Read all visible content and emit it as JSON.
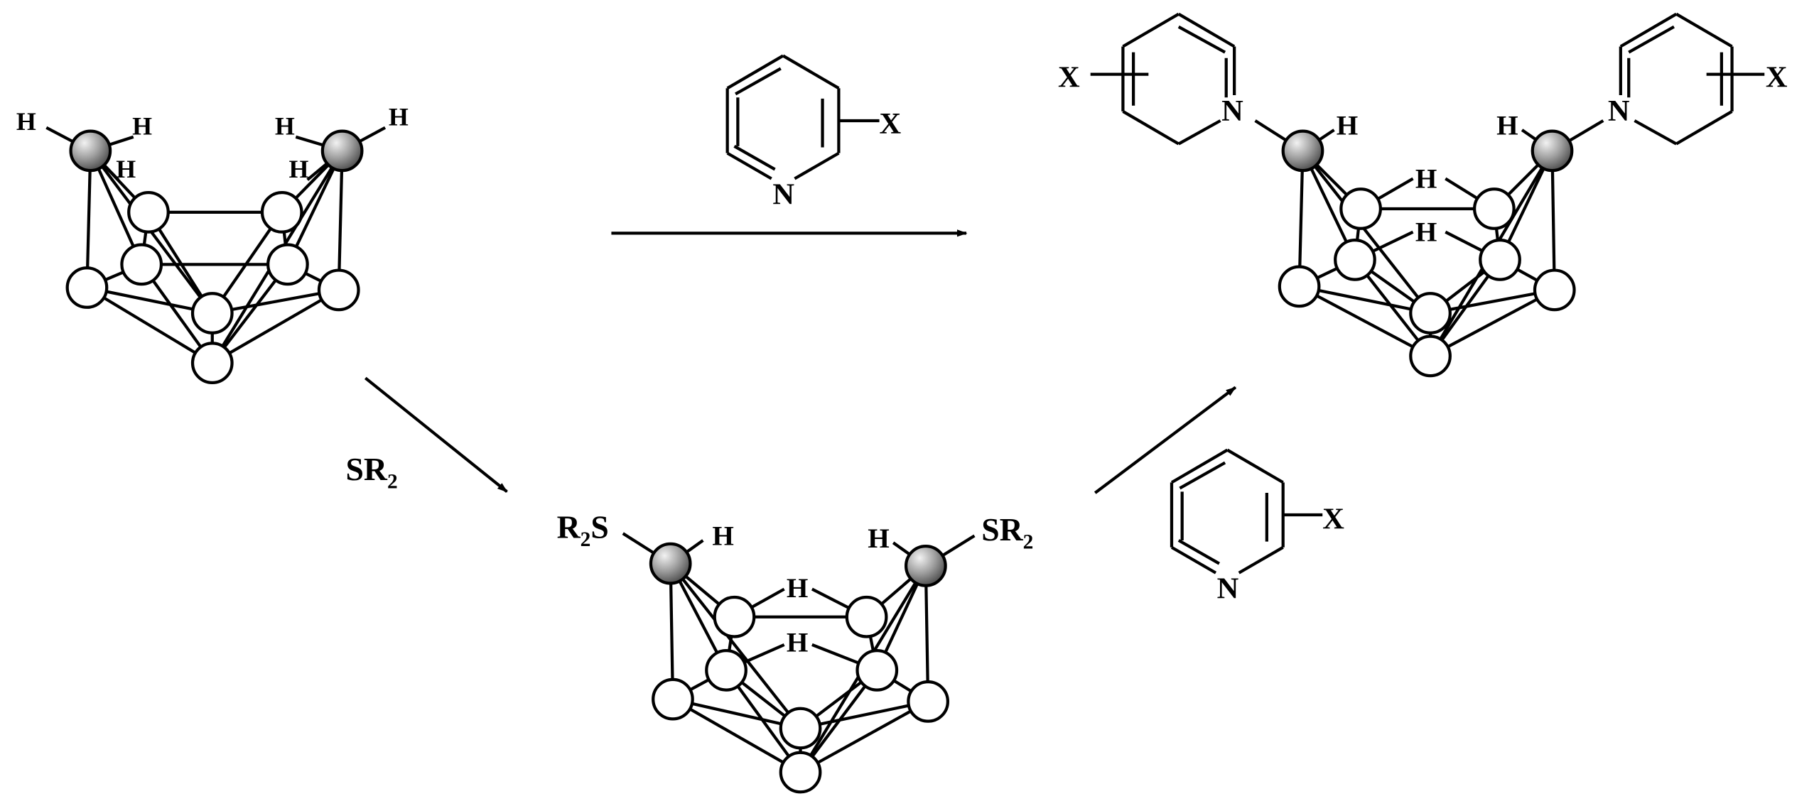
{
  "atoms": {
    "H": "H",
    "N": "N",
    "X": "X",
    "R": "R",
    "S": "S",
    "sub2": "2"
  },
  "reagents": {
    "sulfide": "SR",
    "sulfide_subscript": "2"
  },
  "colors": {
    "ink": "#000000",
    "boron_fill": "#ffffff",
    "carbon_light": "#f2f2f2",
    "carbon_dark": "#555555"
  }
}
